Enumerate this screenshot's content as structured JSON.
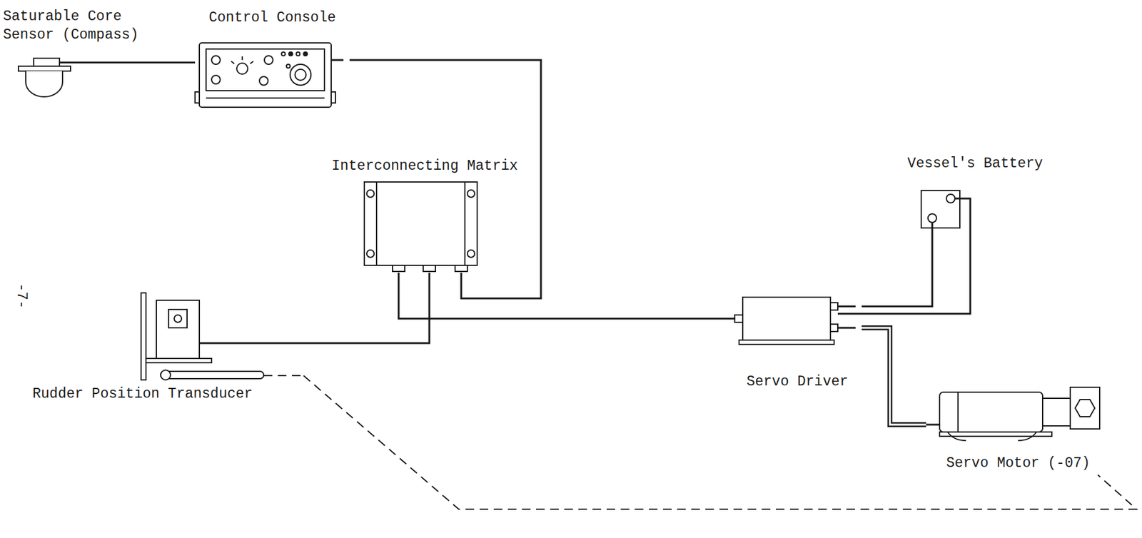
{
  "diagram": {
    "nodes": [
      {
        "text": [
          "Saturable Core Sensor (Compass)"
        ]
      },
      {
        "text": [
          "Control Console"
        ]
      },
      {
        "text": [
          "Interconnecting Matrix"
        ]
      },
      {
        "text": [
          "Vessel's Battery"
        ]
      },
      {
        "text": [
          "Servo Driver"
        ]
      },
      {
        "text": [
          "Rudder Position Transducer"
        ]
      },
      {
        "text": [
          "Servo Motor (-07)"
        ]
      }
    ],
    "edges": [
      {
        "from": 0,
        "to": 1,
        "arrow": "none"
      },
      {
        "from": 1,
        "to": 2,
        "arrow": "none"
      },
      {
        "from": 2,
        "to": 4,
        "arrow": "none"
      },
      {
        "from": 2,
        "to": 5,
        "arrow": "none"
      },
      {
        "from": 4,
        "to": 3,
        "arrow": "none"
      },
      {
        "from": 4,
        "to": 6,
        "arrow": "none"
      },
      {
        "from": 5,
        "to": 6,
        "arrow": "none"
      }
    ],
    "labels": [
      "-7-"
    ]
  }
}
